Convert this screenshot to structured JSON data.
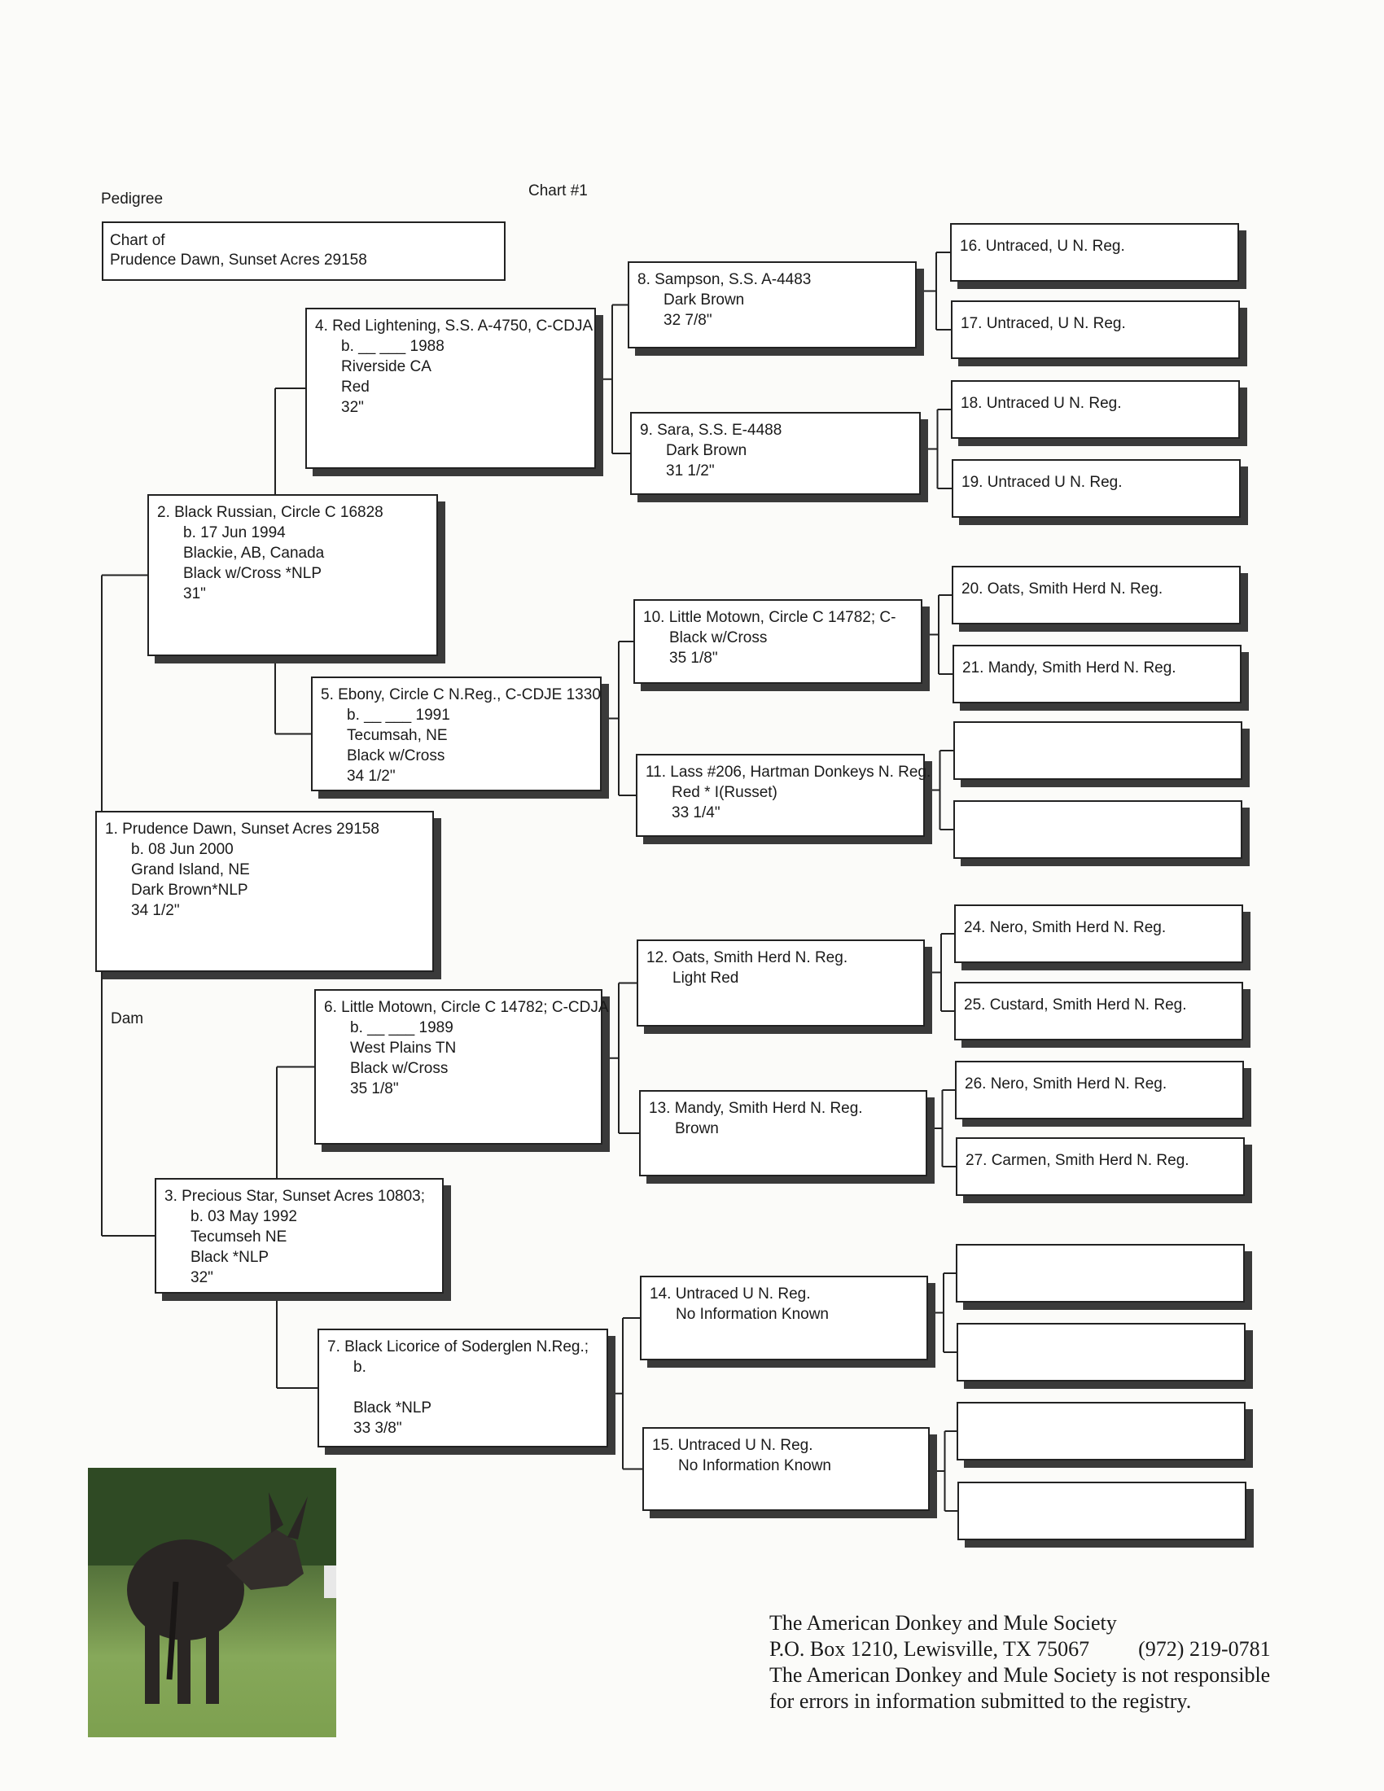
{
  "header": {
    "pedigree_label": "Pedigree",
    "chart_number": "Chart #1"
  },
  "title_box": {
    "line1": "Chart of",
    "line2": "Prudence Dawn, Sunset Acres 29158"
  },
  "dam_label": "Dam",
  "boxes": {
    "1": [
      "1. Prudence Dawn, Sunset Acres 29158",
      "b. 08 Jun 2000",
      "Grand Island, NE",
      "Dark Brown*NLP",
      "34 1/2\""
    ],
    "2": [
      "2. Black Russian, Circle C 16828",
      "b. 17 Jun 1994",
      "Blackie, AB, Canada",
      "Black w/Cross *NLP",
      "31\""
    ],
    "3": [
      "3. Precious Star, Sunset Acres 10803;",
      "b. 03 May 1992",
      "Tecumseh NE",
      "Black *NLP",
      "32\""
    ],
    "4": [
      "4. Red Lightening, S.S. A-4750, C-CDJA",
      "b. __ ___ 1988",
      "Riverside CA",
      "Red",
      "32\""
    ],
    "5": [
      "5. Ebony, Circle C N.Reg.,  C-CDJE 1330",
      "b. __ ___ 1991",
      "Tecumsah, NE",
      "Black w/Cross",
      "34 1/2\""
    ],
    "6": [
      "6. Little Motown, Circle C 14782; C-CDJA",
      "b. __ ___ 1989",
      "West Plains TN",
      "Black w/Cross",
      "35 1/8\""
    ],
    "7": [
      "7. Black Licorice of Soderglen N.Reg.;",
      "b.",
      "",
      "Black *NLP",
      "33 3/8\""
    ],
    "8": [
      "8. Sampson, S.S. A-4483",
      "Dark Brown",
      "32 7/8\""
    ],
    "9": [
      "9. Sara, S.S. E-4488",
      "Dark Brown",
      "31 1/2\""
    ],
    "10": [
      "10. Little Motown, Circle C 14782; C-",
      "Black w/Cross",
      "35 1/8\""
    ],
    "11": [
      "11. Lass #206, Hartman Donkeys N. Reg.",
      "Red * I(Russet)",
      "33 1/4\""
    ],
    "12": [
      "12. Oats, Smith Herd N. Reg.",
      "Light Red"
    ],
    "13": [
      "13. Mandy, Smith Herd N. Reg.",
      "Brown"
    ],
    "14": [
      "14. Untraced U N. Reg.",
      "No Information Known"
    ],
    "15": [
      "15. Untraced U N. Reg.",
      "No Information Known"
    ],
    "16": [
      "16. Untraced, U N. Reg."
    ],
    "17": [
      "17. Untraced, U N. Reg."
    ],
    "18": [
      "18. Untraced U N. Reg."
    ],
    "19": [
      "19. Untraced U N. Reg."
    ],
    "20": [
      "20. Oats, Smith Herd N. Reg."
    ],
    "21": [
      "21. Mandy, Smith Herd N. Reg."
    ],
    "24": [
      "24. Nero, Smith Herd N. Reg."
    ],
    "25": [
      "25. Custard, Smith Herd N. Reg."
    ],
    "26": [
      "26. Nero, Smith Herd N. Reg."
    ],
    "27": [
      "27. Carmen, Smith Herd N. Reg."
    ]
  },
  "footer": {
    "org": "The American Donkey and Mule Society",
    "address": "P.O. Box 1210, Lewisville, TX 75067",
    "phone": "(972) 219-0781",
    "disclaimer1": "The American Donkey and Mule Society is not responsible",
    "disclaimer2": "for errors in information submitted to the registry."
  }
}
